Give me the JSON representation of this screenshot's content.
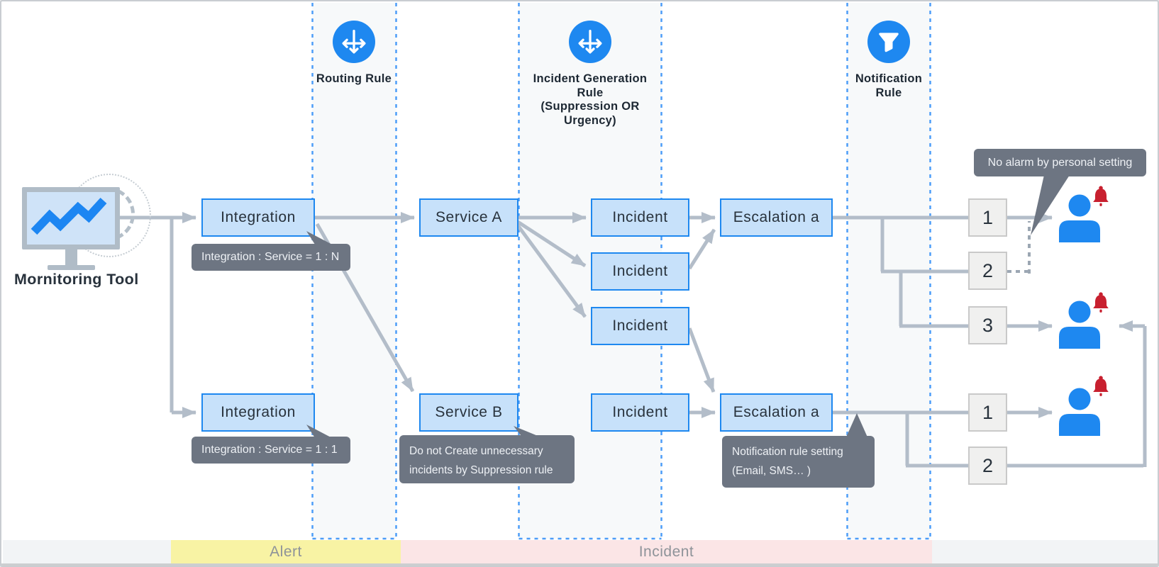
{
  "source": {
    "label": "Mornitoring Tool"
  },
  "header_columns": [
    {
      "icon": "route-split",
      "label_lines": [
        "Routing Rule"
      ]
    },
    {
      "icon": "route-split",
      "label_lines": [
        "Incident Generation",
        "Rule",
        "(Suppression OR",
        "Urgency)"
      ]
    },
    {
      "icon": "funnel",
      "label_lines": [
        "Notification",
        "Rule"
      ]
    }
  ],
  "nodes": {
    "integration_top": "Integration",
    "integration_bottom": "Integration",
    "service_a": "Service A",
    "service_b": "Service B",
    "incident_1": "Incident",
    "incident_2": "Incident",
    "incident_3": "Incident",
    "incident_4": "Incident",
    "escalation_top": "Escalation a",
    "escalation_bottom": "Escalation a",
    "steps_top": [
      "1",
      "2",
      "3"
    ],
    "steps_bottom": [
      "1",
      "2"
    ]
  },
  "tooltips": {
    "integration_top": "Integration : Service = 1 : N",
    "integration_bottom": "Integration : Service = 1 : 1",
    "service_b": [
      "Do not Create unnecessary",
      "incidents by Suppression rule"
    ],
    "escalation_bottom": [
      "Notification rule  setting",
      "(Email, SMS… )"
    ],
    "no_alarm": "No alarm by personal setting"
  },
  "bands": [
    {
      "label": "Alert"
    },
    {
      "label": "Incident"
    }
  ],
  "colors": {
    "blue": "#1e88f0",
    "box-fill": "#c7e1fa",
    "line": "#b3bdc9",
    "dash-blue": "#4d9df8",
    "tooltip": "#6d7582",
    "red": "#c8202f",
    "band-yellow": "#f8f3a4",
    "band-pink": "#fbe5e6",
    "strip": "#f7f9fa",
    "graybox": "#f0f0ef",
    "monitor": "#b0bcc7",
    "screen": "#cfe3f8",
    "ink": "#28323c"
  }
}
